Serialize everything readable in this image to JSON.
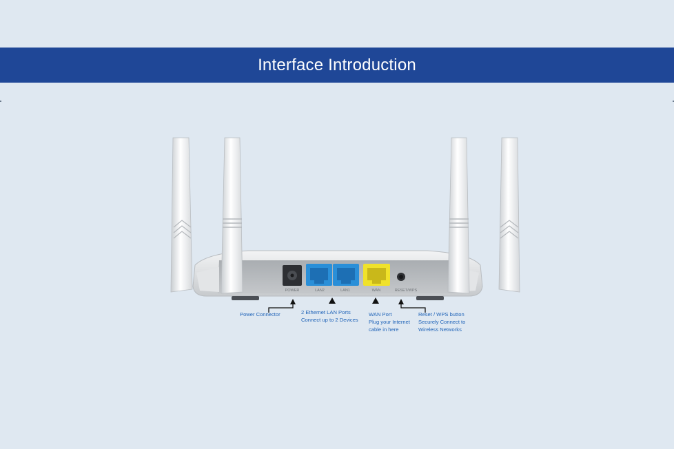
{
  "header": {
    "title": "Interface Introduction"
  },
  "ports": {
    "power": "POWER",
    "lan2": "LAN2",
    "lan1": "LAN1",
    "wan": "WAN",
    "reset": "RESET/WPS"
  },
  "callouts": {
    "power": {
      "line1": "Power Connector"
    },
    "lan": {
      "line1": "2 Ethernet LAN Ports",
      "line2": "Connect up to 2 Devices"
    },
    "wan": {
      "line1": "WAN Port",
      "line2": "Plug your Internet",
      "line3": "cable in here"
    },
    "reset": {
      "line1": "Reset / WPS button",
      "line2": "Securely Connect to",
      "line3": "Wireless Networks"
    }
  },
  "colors": {
    "banner": "#1f4797",
    "background": "#dfe8f1",
    "lan_port": "#2a8fd8",
    "wan_port": "#f0e22a",
    "callout_text": "#1f63b8"
  }
}
